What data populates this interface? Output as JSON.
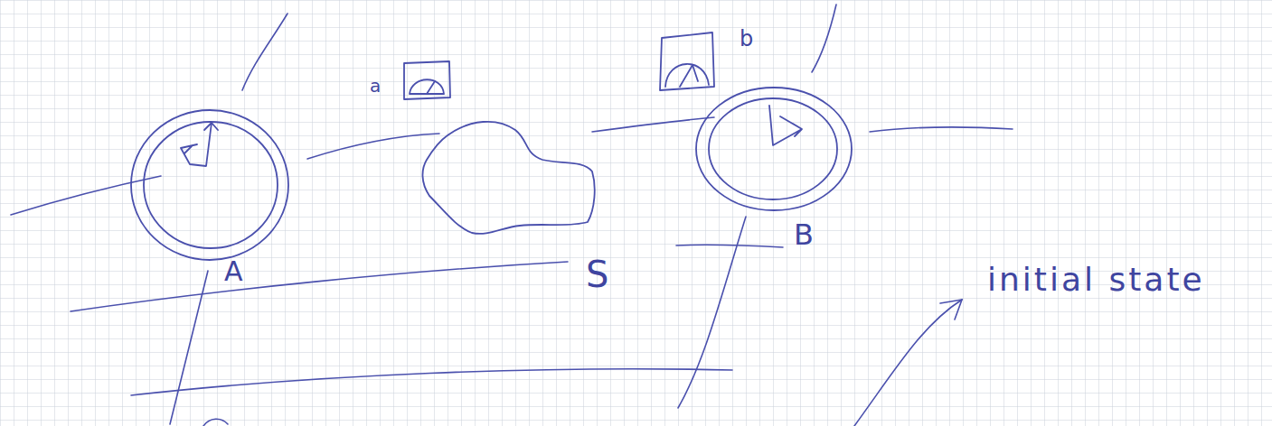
{
  "diagram": {
    "nodes": [
      {
        "text": [
          "A"
        ]
      },
      {
        "text": [
          "a"
        ]
      },
      {
        "text": [
          "S"
        ]
      },
      {
        "text": [
          "b"
        ]
      },
      {
        "text": [
          "B"
        ]
      }
    ],
    "labels": [
      "initial state"
    ]
  }
}
